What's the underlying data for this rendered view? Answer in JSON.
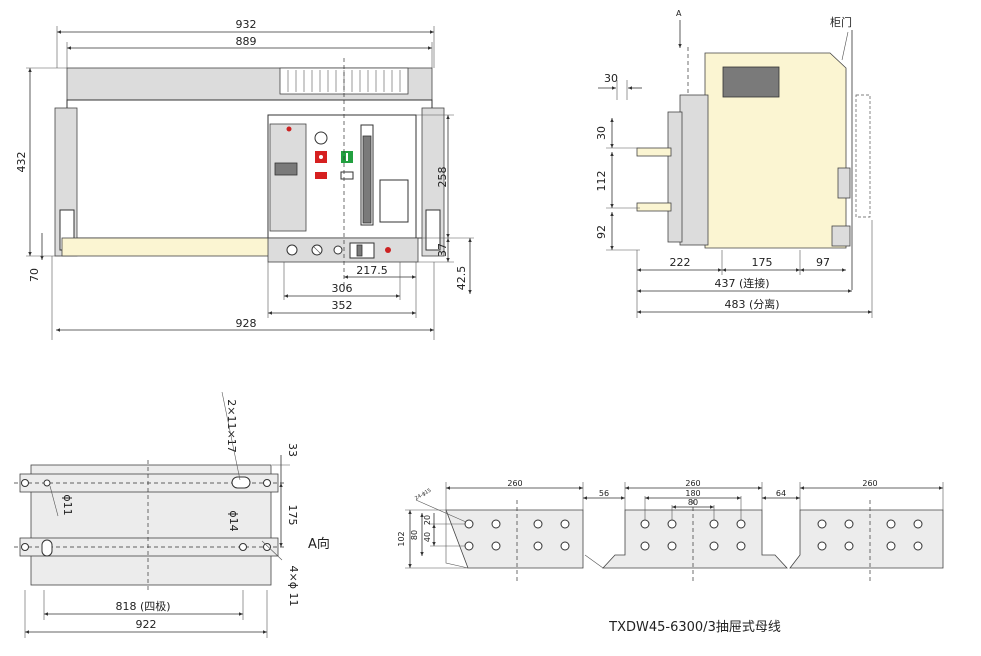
{
  "front_view": {
    "dims": {
      "width_932": "932",
      "width_889": "889",
      "height_432": "432",
      "height_258": "258",
      "height_37": "37",
      "height_42_5": "42.5",
      "height_70": "70",
      "width_217_5": "217.5",
      "width_306": "306",
      "width_352": "352",
      "width_928": "928"
    }
  },
  "side_view": {
    "arrow_label": "A",
    "door_label": "柜门",
    "dims": {
      "d30_top": "30",
      "d30_left": "30",
      "d112": "112",
      "d92": "92",
      "d222": "222",
      "d175": "175",
      "d97": "97",
      "d437": "437 (连接)",
      "d483": "483 (分离)"
    }
  },
  "mounting_view": {
    "slot_label": "2×11×17",
    "dims": {
      "d33": "33",
      "d175": "175",
      "phi11": "ϕ11",
      "phi14": "ϕ14",
      "holes": "4×ϕ 11",
      "w818": "818 (四极)",
      "w922": "922"
    },
    "view_label": "A向"
  },
  "busbar_view": {
    "dims": {
      "a260_1": "260",
      "a260_2": "260",
      "a260_3": "260",
      "gap56": "56",
      "gap64": "64",
      "s180": "180",
      "s80": "80",
      "h102": "102",
      "h80": "80",
      "h40": "40",
      "h20": "20",
      "holes_note": "24-ϕ15"
    },
    "caption": "TXDW45-6300/3抽屉式母线"
  }
}
